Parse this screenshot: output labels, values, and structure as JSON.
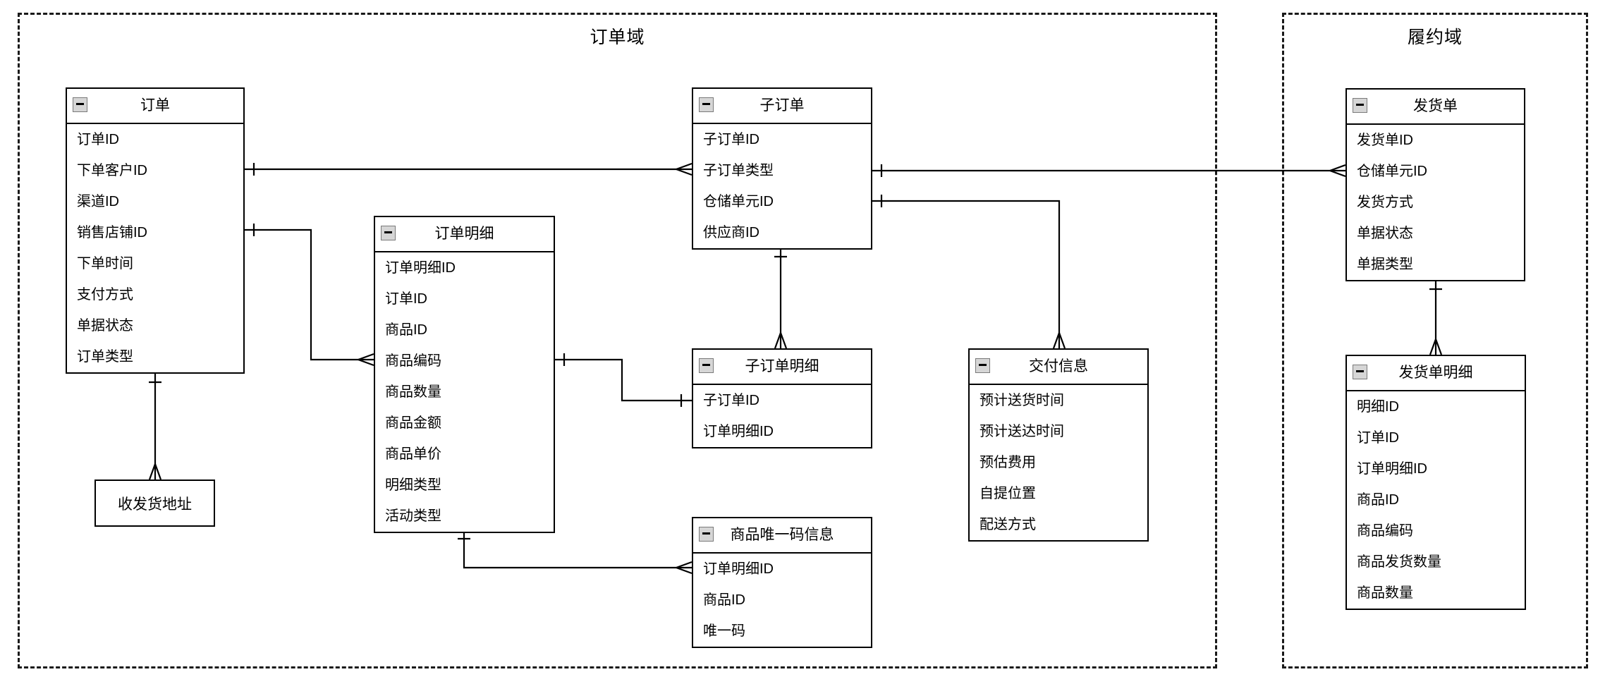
{
  "diagram": {
    "type": "entity-relationship",
    "notation": "crow-foot"
  },
  "domains": [
    {
      "id": "order-domain",
      "label": "订单域"
    },
    {
      "id": "fulfillment-domain",
      "label": "履约域"
    }
  ],
  "entities": [
    {
      "id": "order",
      "name": "订单",
      "domain": "订单域",
      "fields": [
        "订单ID",
        "下单客户ID",
        "渠道ID",
        "销售店铺ID",
        "下单时间",
        "支付方式",
        "单据状态",
        "订单类型"
      ]
    },
    {
      "id": "sub-order",
      "name": "子订单",
      "domain": "订单域",
      "fields": [
        "子订单ID",
        "子订单类型",
        "仓储单元ID",
        "供应商ID"
      ]
    },
    {
      "id": "order-detail",
      "name": "订单明细",
      "domain": "订单域",
      "fields": [
        "订单明细ID",
        "订单ID",
        "商品ID",
        "商品编码",
        "商品数量",
        "商品金额",
        "商品单价",
        "明细类型",
        "活动类型"
      ]
    },
    {
      "id": "sub-order-detail",
      "name": "子订单明细",
      "domain": "订单域",
      "fields": [
        "子订单ID",
        "订单明细ID"
      ]
    },
    {
      "id": "delivery-info",
      "name": "交付信息",
      "domain": "订单域",
      "fields": [
        "预计送货时间",
        "预计送达时间",
        "预估费用",
        "自提位置",
        "配送方式"
      ]
    },
    {
      "id": "unique-code-info",
      "name": "商品唯一码信息",
      "domain": "订单域",
      "fields": [
        "订单明细ID",
        "商品ID",
        "唯一码"
      ]
    },
    {
      "id": "shipment",
      "name": "发货单",
      "domain": "履约域",
      "fields": [
        "发货单ID",
        "仓储单元ID",
        "发货方式",
        "单据状态",
        "单据类型"
      ]
    },
    {
      "id": "shipment-detail",
      "name": "发货单明细",
      "domain": "履约域",
      "fields": [
        "明细ID",
        "订单ID",
        "订单明细ID",
        "商品ID",
        "商品编码",
        "商品发货数量",
        "商品数量"
      ]
    },
    {
      "id": "shipping-address",
      "name": "收发货地址",
      "domain": "订单域",
      "fields": []
    }
  ],
  "relationships": [
    {
      "from": "订单",
      "to": "子订单",
      "from_cardinality": "1",
      "to_cardinality": "N"
    },
    {
      "from": "订单",
      "to": "订单明细",
      "from_cardinality": "1",
      "to_cardinality": "N"
    },
    {
      "from": "订单",
      "to": "收发货地址",
      "from_cardinality": "1",
      "to_cardinality": "N"
    },
    {
      "from": "订单明细",
      "to": "子订单明细",
      "from_cardinality": "1",
      "to_cardinality": "1"
    },
    {
      "from": "订单明细",
      "to": "商品唯一码信息",
      "from_cardinality": "1",
      "to_cardinality": "N"
    },
    {
      "from": "子订单",
      "to": "子订单明细",
      "from_cardinality": "1",
      "to_cardinality": "N"
    },
    {
      "from": "子订单",
      "to": "交付信息",
      "from_cardinality": "1",
      "to_cardinality": "N"
    },
    {
      "from": "子订单",
      "to": "发货单",
      "from_cardinality": "1",
      "to_cardinality": "N"
    },
    {
      "from": "发货单",
      "to": "发货单明细",
      "from_cardinality": "1",
      "to_cardinality": "N"
    }
  ],
  "icons": {
    "collapse": "collapse-minus-icon"
  },
  "colors": {
    "line": "#000000",
    "entity_border": "#000000",
    "background": "#ffffff",
    "collapse_icon_bg": "#d6d6d6"
  }
}
